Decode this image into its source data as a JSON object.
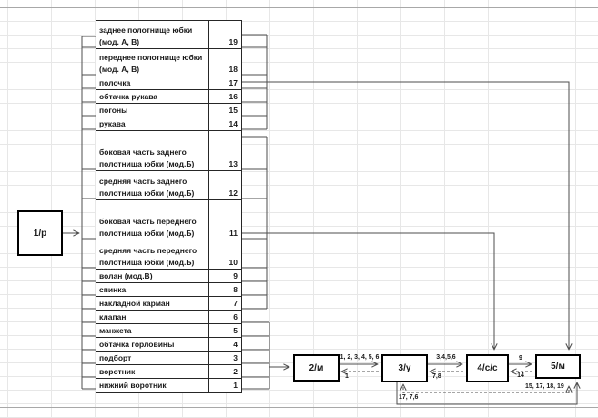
{
  "table": {
    "rows": [
      {
        "num": "19",
        "name": "заднее полотнище юбки (мод. А, В)"
      },
      {
        "num": "18",
        "name": "переднее полотнище юбки (мод. А, В)"
      },
      {
        "num": "17",
        "name": "полочка"
      },
      {
        "num": "16",
        "name": "обтачка рукава"
      },
      {
        "num": "15",
        "name": "погоны"
      },
      {
        "num": "14",
        "name": "рукава"
      },
      {
        "num": "13",
        "name": "боковая часть заднего полотнища юбки (мод.Б)"
      },
      {
        "num": "12",
        "name": "средняя часть заднего полотнища юбки (мод.Б)"
      },
      {
        "num": "11",
        "name": "боковая часть переднего полотнища юбки (мод.Б)"
      },
      {
        "num": "10",
        "name": "средняя часть переднего полотнища юбки (мод.Б)"
      },
      {
        "num": "9",
        "name": "волан (мод.В)"
      },
      {
        "num": "8",
        "name": "спинка"
      },
      {
        "num": "7",
        "name": "накладной карман"
      },
      {
        "num": "6",
        "name": "клапан"
      },
      {
        "num": "5",
        "name": "манжета"
      },
      {
        "num": "4",
        "name": "обтачка горловины"
      },
      {
        "num": "3",
        "name": "подборт"
      },
      {
        "num": "2",
        "name": "воротник"
      },
      {
        "num": "1",
        "name": "нижний воротник"
      }
    ]
  },
  "diagram": {
    "source": {
      "label": "1/р"
    },
    "stations": [
      {
        "label": "2/м"
      },
      {
        "label": "3/у"
      },
      {
        "label": "4/с/с"
      },
      {
        "label": "5/м"
      }
    ],
    "labels": {
      "s2_s3_forward": "1, 2, 3, 4, 5, 6",
      "s3_s2_back": "1",
      "s3_s4_forward": "3,4,5,6",
      "s4_s3_back": "7,8",
      "s4_s5_forward": "9",
      "s5_s4_back": "14",
      "bottom_solid_to_5m": "17, 7,6",
      "bottom_dashed_to_5m": "15, 17, 18, 19"
    },
    "line_color": "#4d4d4d"
  }
}
